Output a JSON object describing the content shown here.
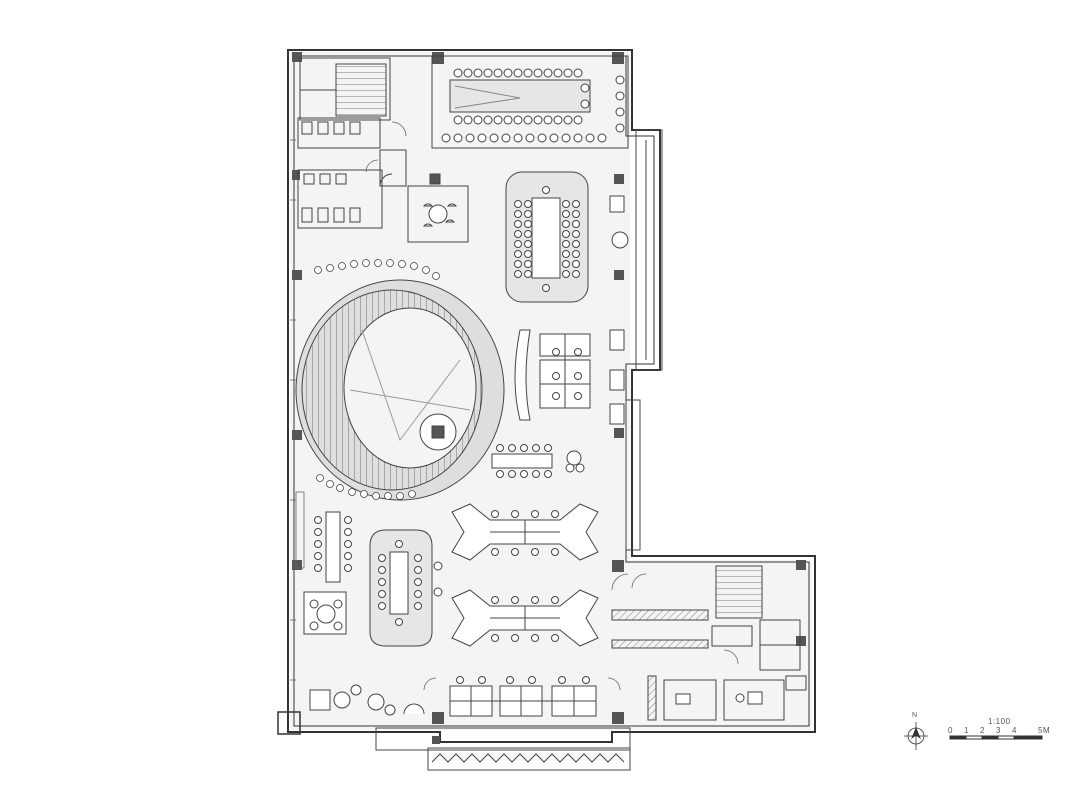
{
  "scale": {
    "ratio_label": "1:100",
    "ticks": [
      "0",
      "1",
      "2",
      "3",
      "4",
      "5M"
    ]
  },
  "north_arrow": {
    "label": "N",
    "icon": "north-arrow-icon"
  },
  "colors": {
    "wall": "#333333",
    "column": "#555555",
    "floor": "#f2f2f2",
    "line": "#444444",
    "light_line": "#888888"
  }
}
